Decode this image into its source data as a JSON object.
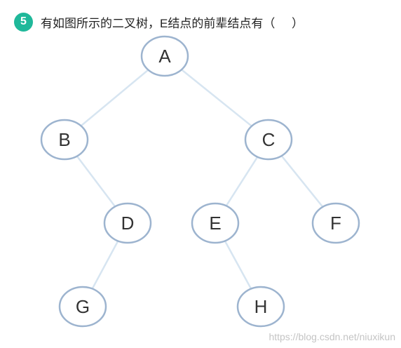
{
  "question": {
    "number": "5",
    "text": "有如图所示的二叉树，E结点的前辈结点有（     ）"
  },
  "tree": {
    "nodes": [
      {
        "id": "A",
        "label": "A"
      },
      {
        "id": "B",
        "label": "B"
      },
      {
        "id": "C",
        "label": "C"
      },
      {
        "id": "D",
        "label": "D"
      },
      {
        "id": "E",
        "label": "E"
      },
      {
        "id": "F",
        "label": "F"
      },
      {
        "id": "G",
        "label": "G"
      },
      {
        "id": "H",
        "label": "H"
      }
    ],
    "edges": [
      {
        "from": "A",
        "to": "B"
      },
      {
        "from": "A",
        "to": "C"
      },
      {
        "from": "B",
        "to": "D"
      },
      {
        "from": "C",
        "to": "E"
      },
      {
        "from": "C",
        "to": "F"
      },
      {
        "from": "D",
        "to": "G"
      },
      {
        "from": "E",
        "to": "H"
      }
    ]
  },
  "watermark": "https://blog.csdn.net/niuxikun",
  "colors": {
    "badge": "#1fb89a",
    "node_border": "#9db4cf",
    "edge": "#d7e5f1"
  }
}
